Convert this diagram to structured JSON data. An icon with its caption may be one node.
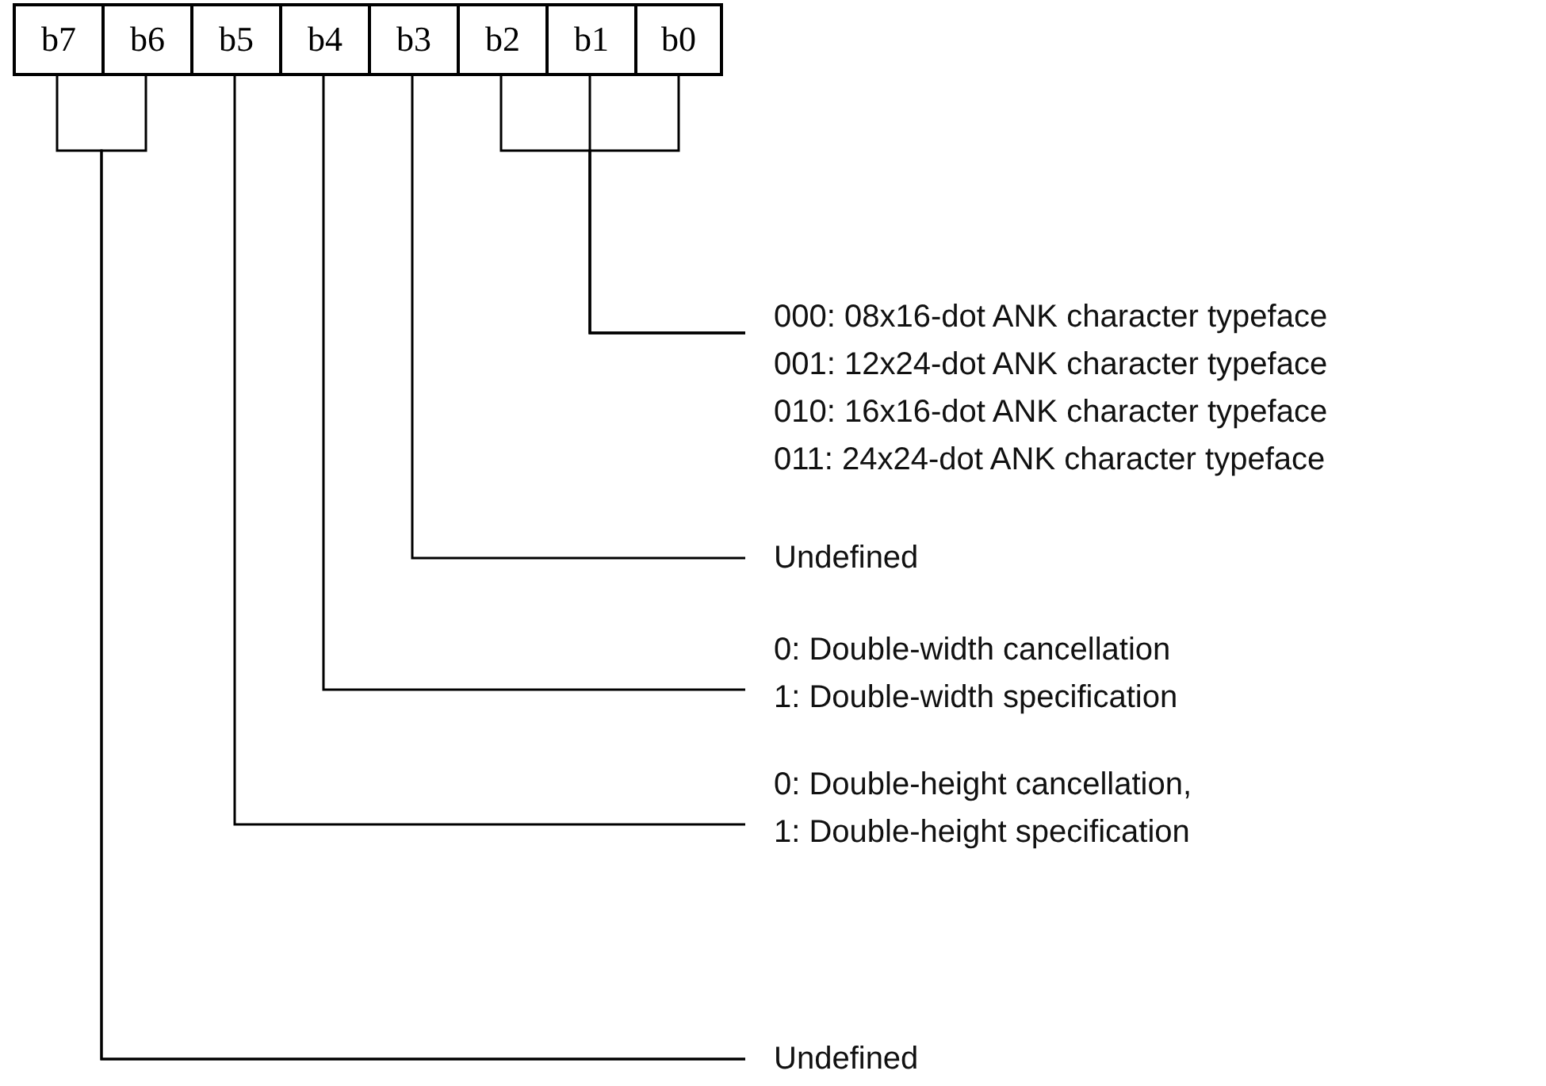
{
  "diagram": {
    "nodes": [
      {
        "text": [
          "b7"
        ]
      },
      {
        "text": [
          "b6"
        ]
      },
      {
        "text": [
          "b5"
        ]
      },
      {
        "text": [
          "b4"
        ]
      },
      {
        "text": [
          "b3"
        ]
      },
      {
        "text": [
          "b2"
        ]
      },
      {
        "text": [
          "b1"
        ]
      },
      {
        "text": [
          "b0"
        ]
      },
      {
        "text": [
          "000: 08x16-dot ANK character typeface",
          "001: 12x24-dot ANK character typeface",
          "010: 16x16-dot ANK character typeface",
          "011: 24x24-dot ANK character typeface"
        ]
      },
      {
        "text": [
          "Undefined"
        ]
      },
      {
        "text": [
          "0: Double-width cancellation",
          "1: Double-width specification"
        ]
      },
      {
        "text": [
          "0: Double-height cancellation,",
          "1: Double-height specification"
        ]
      },
      {
        "text": [
          "Undefined"
        ]
      }
    ],
    "edges": [
      {
        "from": 5,
        "to": 8,
        "arrow": "none"
      },
      {
        "from": 6,
        "to": 8,
        "arrow": "none"
      },
      {
        "from": 7,
        "to": 8,
        "arrow": "none"
      },
      {
        "from": 4,
        "to": 9,
        "arrow": "none"
      },
      {
        "from": 3,
        "to": 10,
        "arrow": "none"
      },
      {
        "from": 2,
        "to": 11,
        "arrow": "none"
      },
      {
        "from": 0,
        "to": 12,
        "arrow": "none"
      },
      {
        "from": 1,
        "to": 12,
        "arrow": "none"
      }
    ]
  }
}
